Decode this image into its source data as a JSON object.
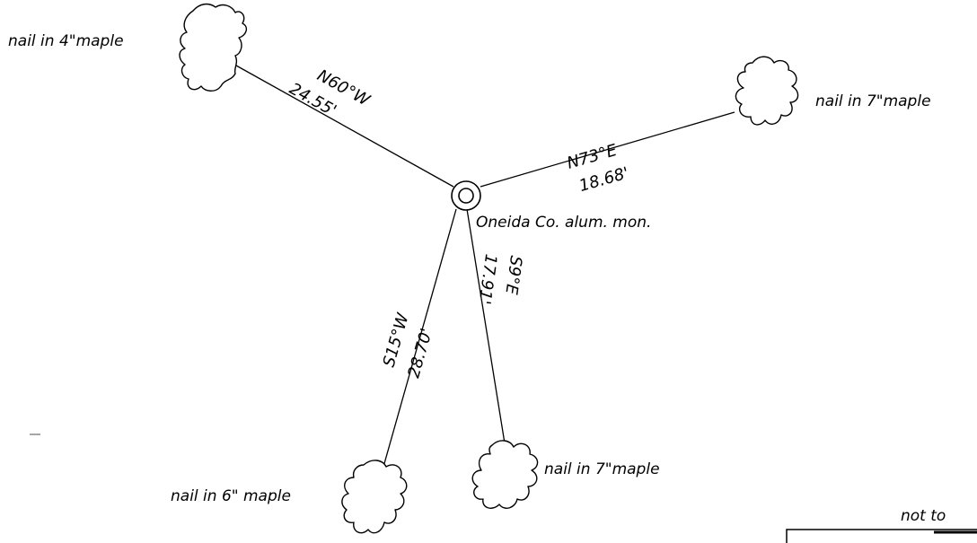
{
  "monument": {
    "label": "Oneida Co. alum. mon."
  },
  "ties": [
    {
      "id": "nw",
      "bearing": "N60°W",
      "distance": "24.55'",
      "tree_label": "nail in 4\"maple"
    },
    {
      "id": "ne",
      "bearing": "N73°E",
      "distance": "18.68'",
      "tree_label": "nail in 7\"maple"
    },
    {
      "id": "sw",
      "bearing": "S15°W",
      "distance": "28.70'",
      "tree_label": "nail in 6\" maple"
    },
    {
      "id": "se",
      "bearing": "S9°E",
      "distance": "17.91'",
      "tree_label": "nail in 7\"maple"
    }
  ],
  "scale_note": "not to"
}
